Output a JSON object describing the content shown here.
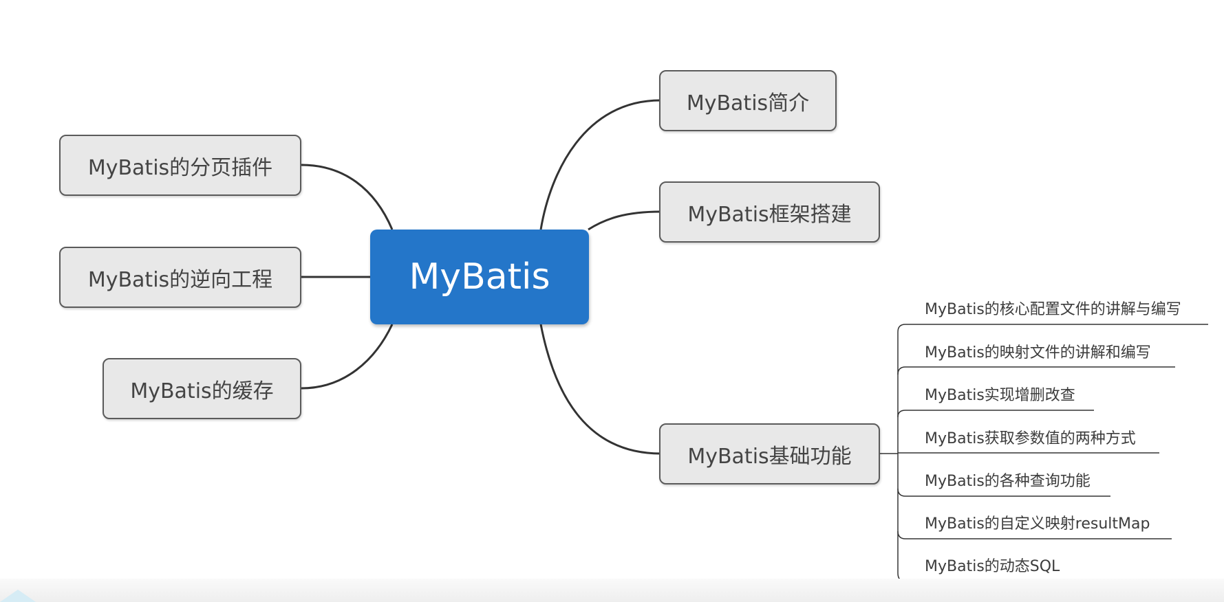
{
  "root": {
    "label": "MyBatis"
  },
  "left_topics": [
    {
      "label": "MyBatis的分页插件"
    },
    {
      "label": "MyBatis的逆向工程"
    },
    {
      "label": "MyBatis的缓存"
    }
  ],
  "right_topics": [
    {
      "label": "MyBatis简介"
    },
    {
      "label": "MyBatis框架搭建"
    },
    {
      "label": "MyBatis基础功能"
    }
  ],
  "basic_functions": [
    {
      "label": "MyBatis的核心配置文件的讲解与编写"
    },
    {
      "label": "MyBatis的映射文件的讲解和编写"
    },
    {
      "label": "MyBatis实现增删改查"
    },
    {
      "label": "MyBatis获取参数值的两种方式"
    },
    {
      "label": "MyBatis的各种查询功能"
    },
    {
      "label": "MyBatis的自定义映射resultMap"
    },
    {
      "label": "MyBatis的动态SQL"
    }
  ],
  "colors": {
    "central_fill": "#2476c9",
    "topic_fill": "#e8e8e8",
    "topic_border": "#5a5a5a",
    "connector": "#333333"
  }
}
